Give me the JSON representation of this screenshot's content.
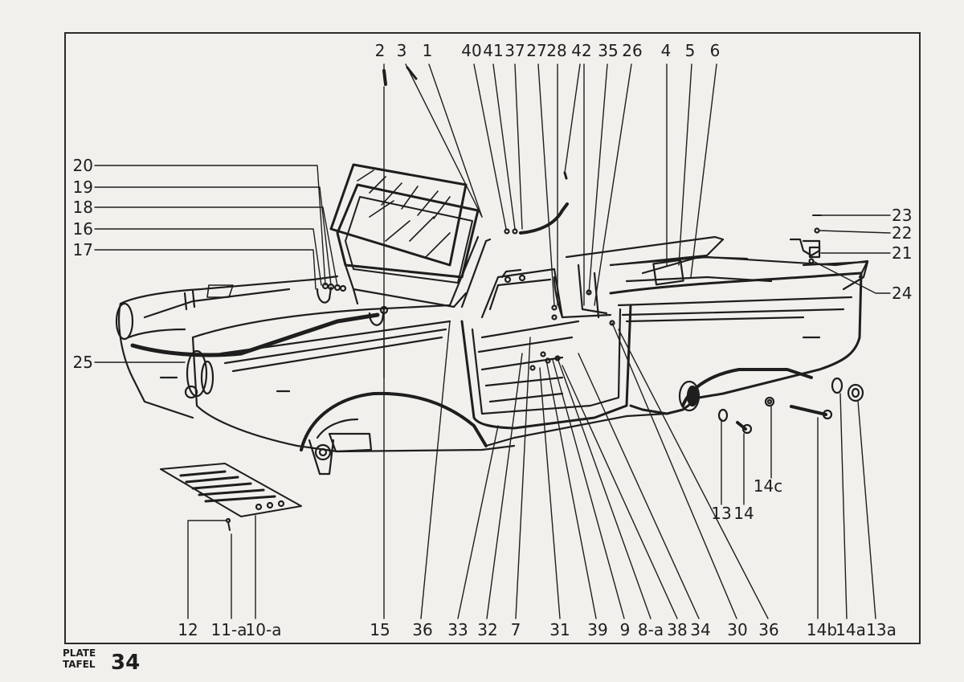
{
  "plate": {
    "label_en": "PLATE",
    "label_de": "TAFEL",
    "number": "34"
  },
  "callouts": {
    "top": [
      "2",
      "3",
      "1",
      "40",
      "41",
      "37",
      "27",
      "28",
      "42",
      "35",
      "26",
      "4",
      "5",
      "6"
    ],
    "left": [
      "20",
      "19",
      "18",
      "16",
      "17",
      "25"
    ],
    "right": [
      "23",
      "22",
      "21",
      "24"
    ],
    "middle_right": [
      "13",
      "14",
      "14c"
    ],
    "bottom": [
      "12",
      "11-a",
      "10-a",
      "15",
      "36",
      "33",
      "32",
      "7",
      "31",
      "39",
      "9",
      "8-a",
      "38",
      "34",
      "30",
      "36",
      "14b",
      "14a",
      "13a"
    ]
  }
}
